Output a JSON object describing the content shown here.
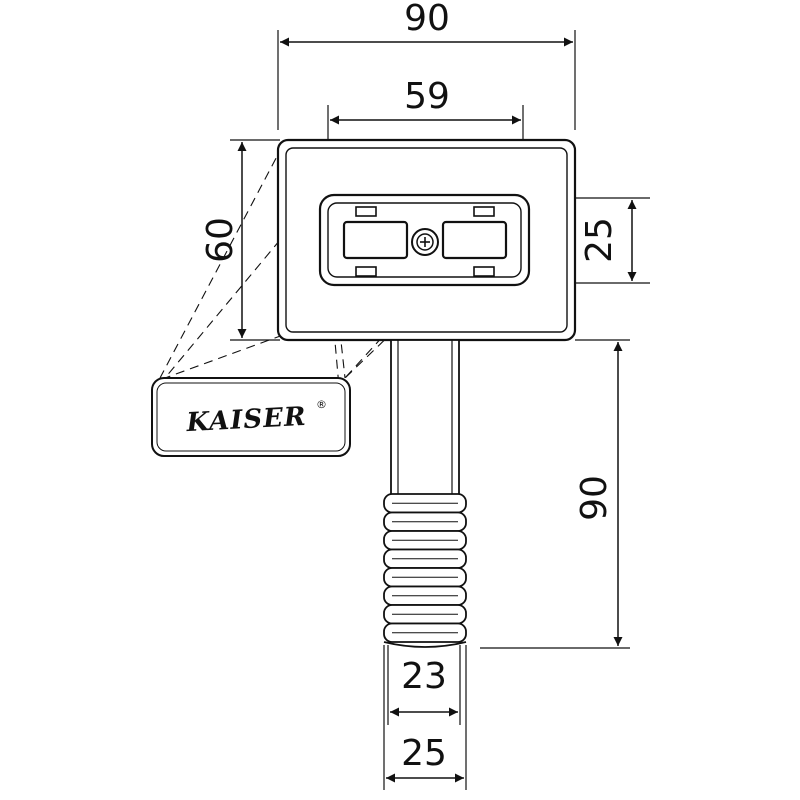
{
  "dimensions": {
    "top_width": "90",
    "inner_width": "59",
    "height_left": "60",
    "slot_height": "25",
    "pipe_length": "90",
    "pipe_inner_dia": "23",
    "pipe_outer_dia": "25"
  },
  "logo": {
    "brand": "KAISER",
    "registered": "®"
  }
}
